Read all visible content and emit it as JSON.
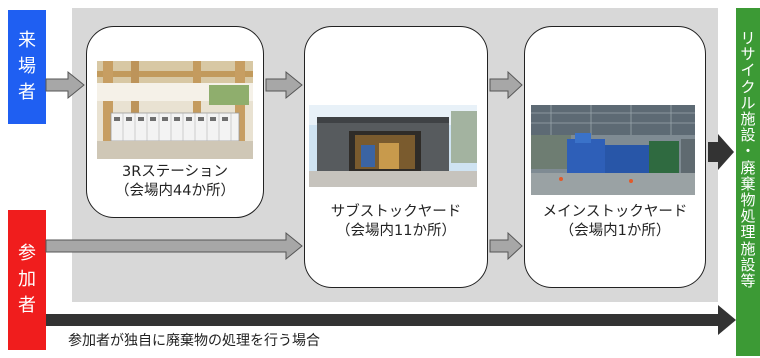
{
  "side_labels": {
    "visitors": [
      "来",
      "場",
      "者"
    ],
    "participants": [
      "参",
      "加",
      "者"
    ],
    "facility": [
      "リ",
      "サ",
      "イ",
      "ク",
      "ル",
      "施",
      "設",
      "・",
      "廃",
      "棄",
      "物",
      "処",
      "理",
      "施",
      "設",
      "等"
    ]
  },
  "stations": {
    "station_3r": {
      "line1": "3Rステーション",
      "line2": "（会場内44か所）"
    },
    "sub_stockyard": {
      "line1": "サブストックヤード",
      "line2": "（会場内11か所）"
    },
    "main_stockyard": {
      "line1": "メインストックヤード",
      "line2": "（会場内1か所）"
    }
  },
  "bottom_note": "参加者が独自に廃棄物の処理を行う場合",
  "colors": {
    "visitors": "#1f5ff2",
    "participants": "#f01d1d",
    "facility": "#3c9a35",
    "panel": "#d8d8d8",
    "arrow_dark": "#333333"
  }
}
